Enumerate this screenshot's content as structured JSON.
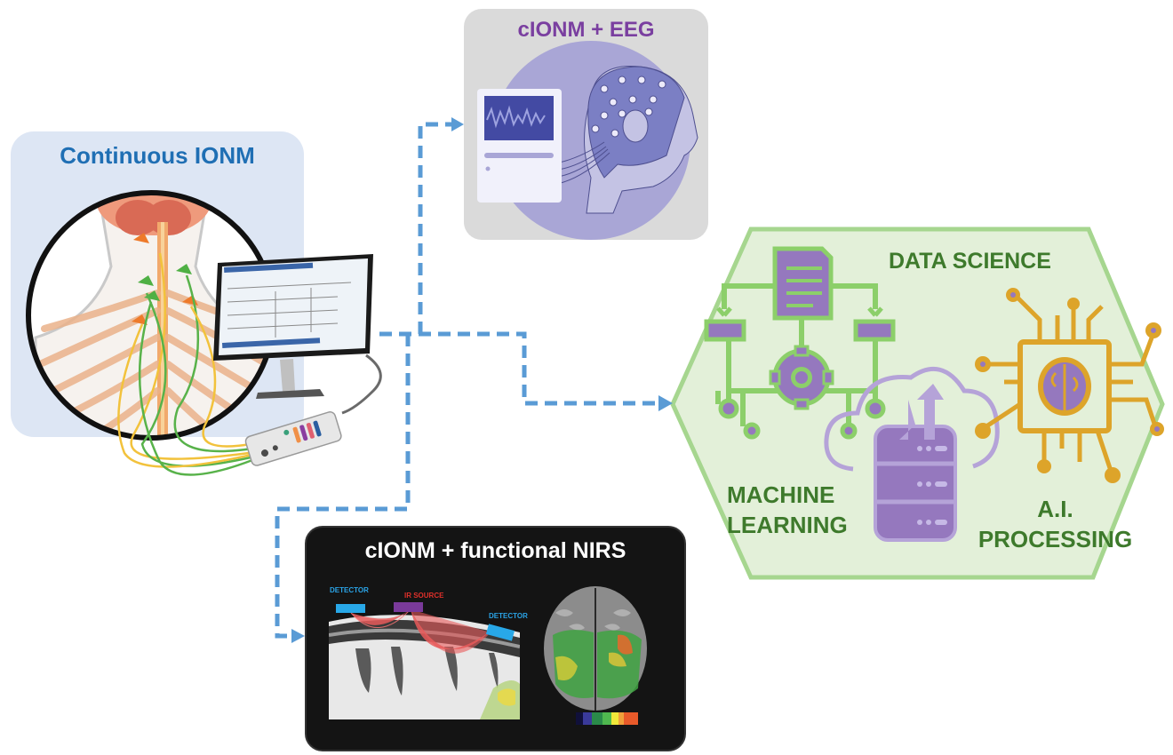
{
  "panels": {
    "continuous_ionm": {
      "title": "Continuous IONM",
      "title_color": "#1f6fb4",
      "bg_color": "#dde6f4"
    },
    "cionm_eeg": {
      "title": "cIONM + EEG",
      "title_color": "#7a3fa0",
      "bg_color": "#dadada"
    },
    "cionm_nirs": {
      "title": "cIONM + functional NIRS",
      "title_color": "#ffffff",
      "bg_color": "#141414",
      "labels": {
        "detector_left": "DETECTOR",
        "ir_source": "IR SOURCE",
        "detector_right": "DETECTOR"
      },
      "label_colors": {
        "detector": "#2aa3e6",
        "ir_source": "#e0302a"
      }
    },
    "data_science": {
      "title": "DATA SCIENCE",
      "ml_line1": "MACHINE",
      "ml_line2": "LEARNING",
      "ai_line1": "A.I.",
      "ai_line2": "PROCESSING",
      "text_color": "#3e7a2c",
      "bg_color": "#e3f0d9",
      "border_color": "#a6d68f"
    }
  },
  "connectors": {
    "color": "#5a9bd5",
    "style": "dashed"
  },
  "icons": {
    "neck_anatomy": "neck-nerve-anatomy-icon",
    "monitor": "ionm-monitor-icon",
    "amplifier": "electrode-amplifier-icon",
    "eeg_device": "eeg-device-icon",
    "eeg_head": "eeg-cap-head-icon",
    "brain_mri": "nirs-brain-slice-icon",
    "brain_3d": "brain-activation-map-icon",
    "colorbar": "colorbar-icon",
    "document_flow": "document-flowchart-icon",
    "gear": "gear-icon",
    "database_cloud": "cloud-database-icon",
    "ai_chip": "ai-brain-chip-icon"
  }
}
